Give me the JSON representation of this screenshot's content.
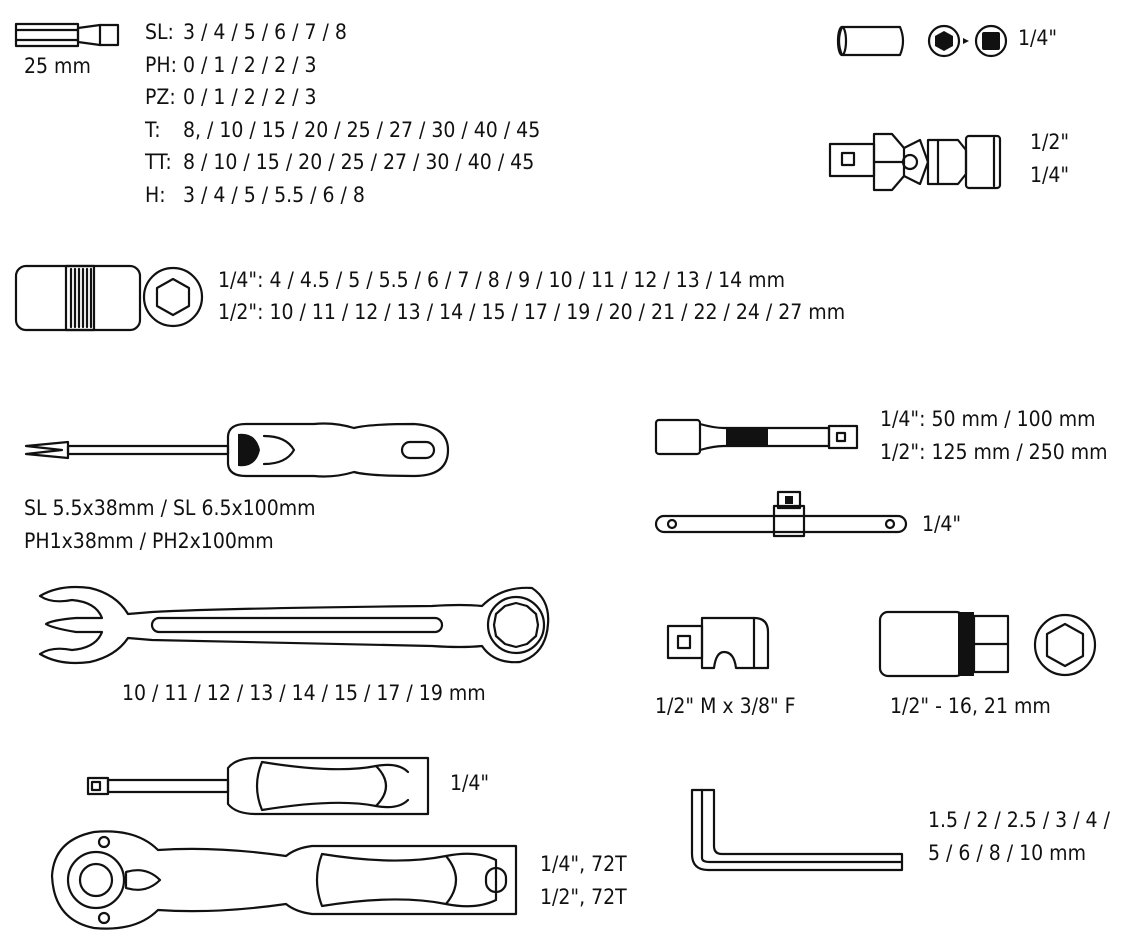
{
  "bits": {
    "length_label": "25 mm",
    "rows": [
      {
        "prefix": "SL:",
        "sizes": "3 / 4 / 5 / 6 / 7 / 8"
      },
      {
        "prefix": "PH:",
        "sizes": "0 / 1 / 2 / 2 / 3"
      },
      {
        "prefix": "PZ:",
        "sizes": "0 / 1 / 2 / 2 / 3"
      },
      {
        "prefix": "T:",
        "sizes": "8, / 10 / 15 / 20 / 25 / 27 / 30 / 40 / 45"
      },
      {
        "prefix": "TT:",
        "sizes": "8 / 10 / 15 / 20 / 25 / 27 / 30 / 40 / 45"
      },
      {
        "prefix": "H:",
        "sizes": "3 / 4 / 5 / 5.5 / 6 / 8"
      }
    ]
  },
  "bit_adapter": {
    "label": "1/4\""
  },
  "universal_joint": {
    "label_top": "1/2\"",
    "label_bottom": "1/4\""
  },
  "sockets": {
    "row_quarter": "1/4\":  4 / 4.5 / 5 / 5.5 / 6 / 7 / 8 / 9 / 10 / 11 / 12 / 13 / 14 mm",
    "row_half": "1/2\":  10 / 11 / 12 / 13 / 14 / 15 / 17 / 19 / 20 / 21 / 22 / 24 / 27 mm"
  },
  "screwdrivers": {
    "line1": "SL 5.5x38mm / SL 6.5x100mm",
    "line2": "PH1x38mm / PH2x100mm"
  },
  "extension_bars": {
    "line1": "1/4\": 50 mm / 100 mm",
    "line2": "1/2\": 125 mm / 250 mm"
  },
  "t_bar": {
    "label": "1/4\""
  },
  "combination_wrench": {
    "label": "10 / 11 / 12 / 13 / 14 / 15 / 17 / 19 mm"
  },
  "reducer": {
    "label": "1/2\" M x 3/8\" F"
  },
  "spark_plug_socket": {
    "label": "1/2\"   -   16, 21 mm"
  },
  "bit_handle": {
    "label": "1/4\""
  },
  "ratchet": {
    "line1": "1/4\", 72T",
    "line2": "1/2\", 72T"
  },
  "hex_keys": {
    "line1": "1.5 / 2 / 2.5 / 3 / 4 /",
    "line2": "5 / 6 / 8 / 10 mm"
  }
}
